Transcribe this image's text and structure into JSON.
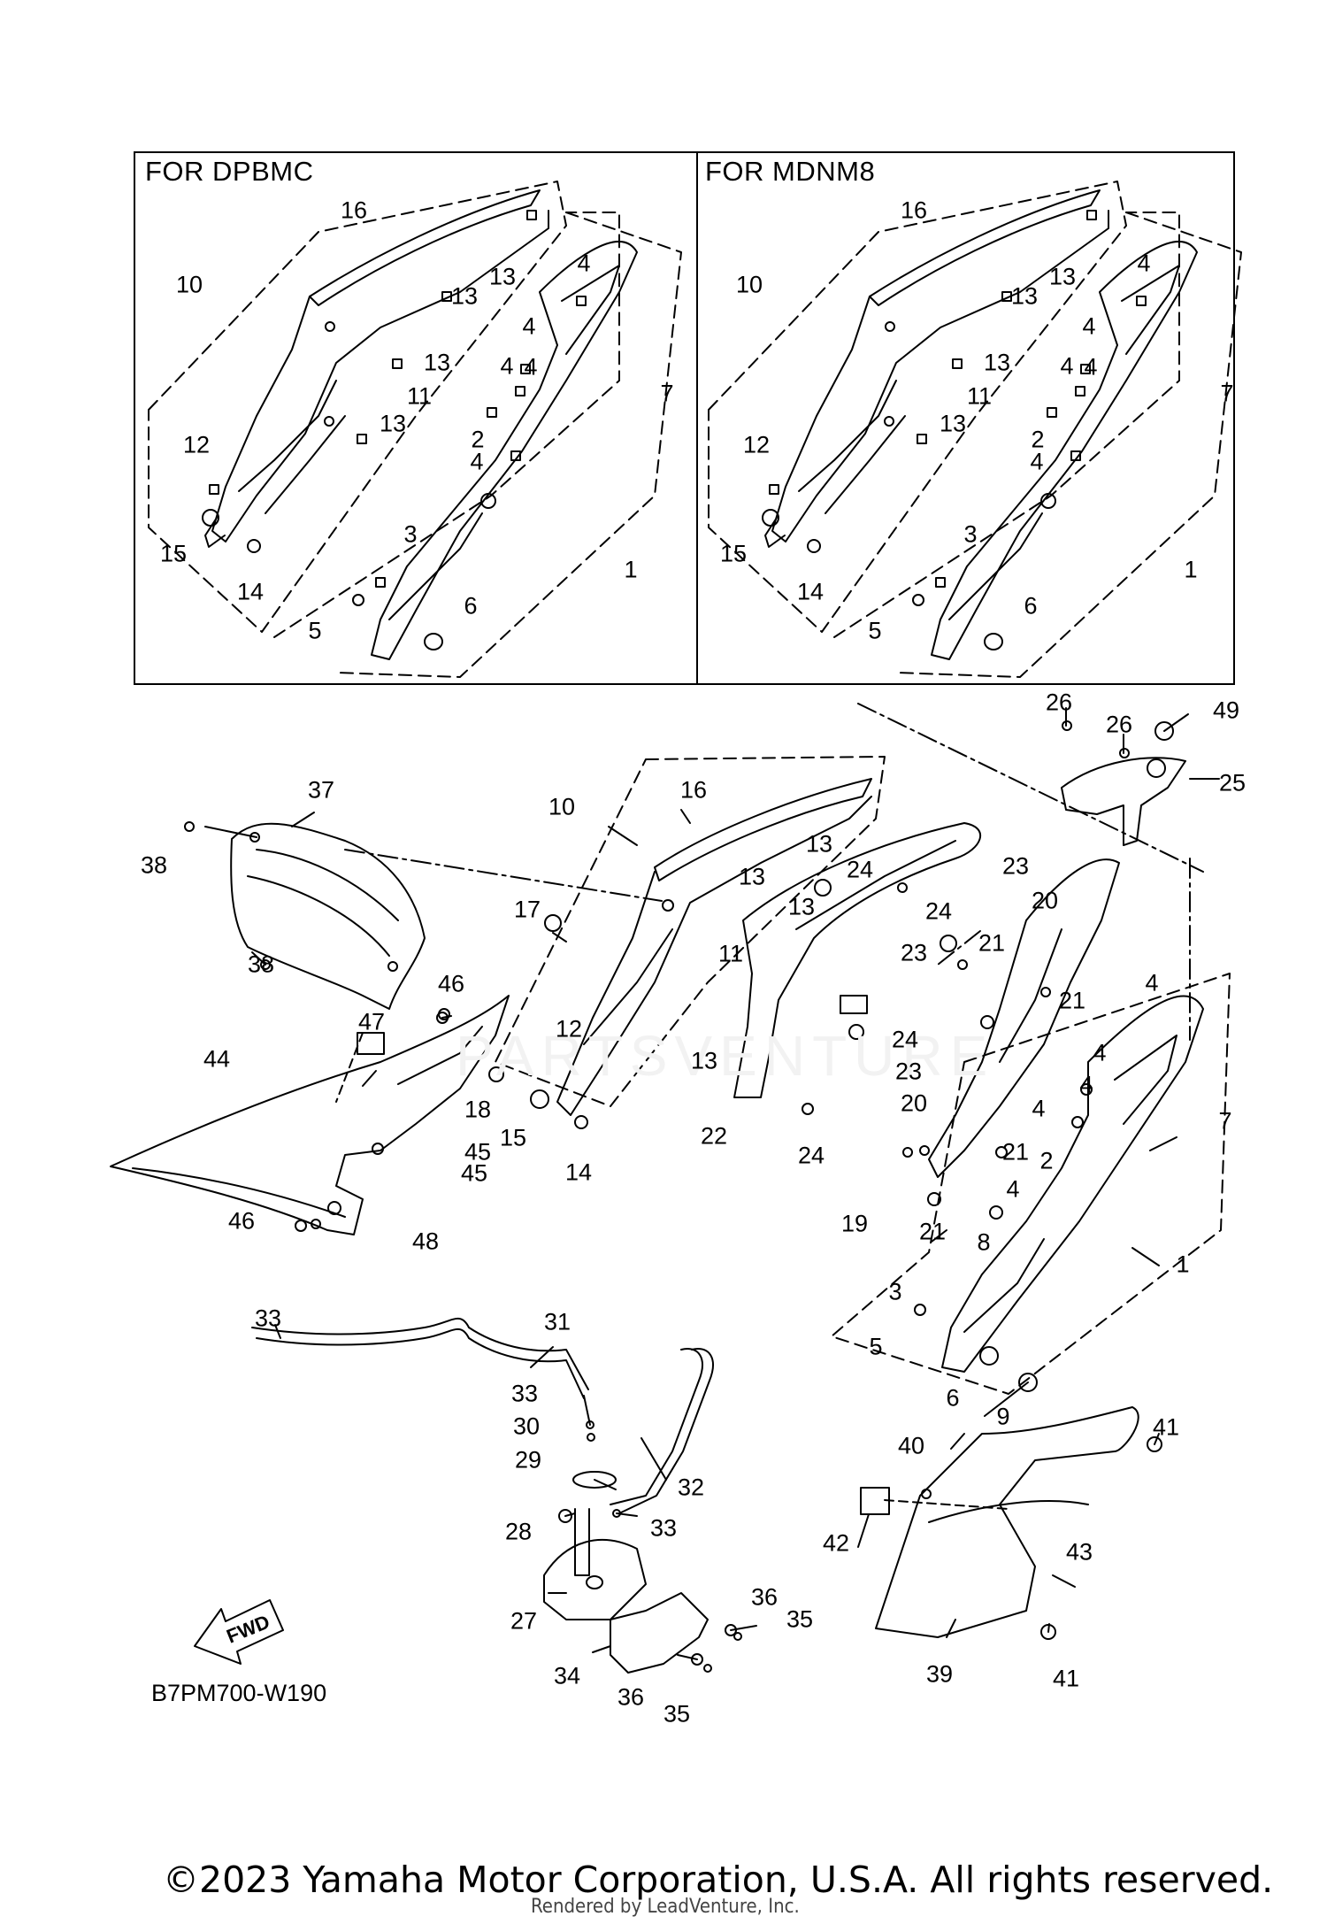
{
  "panel_left": {
    "label": "FOR DPBMC"
  },
  "panel_right": {
    "label": "FOR MDNM8"
  },
  "diagram_code": "B7PM700-W190",
  "fwd_label": "FWD",
  "copyright": "©2023 Yamaha Motor Corporation, U.S.A. All rights reserved.",
  "renderer": "Rendered by LeadVenture, Inc.",
  "callouts_left_panel": [
    "16",
    "10",
    "13",
    "13",
    "4",
    "13",
    "4",
    "4",
    "11",
    "7",
    "13",
    "4",
    "2",
    "12",
    "4",
    "3",
    "15",
    "14",
    "1",
    "5",
    "6"
  ],
  "callouts_right_panel": [
    "16",
    "10",
    "13",
    "13",
    "4",
    "13",
    "4",
    "4",
    "11",
    "7",
    "13",
    "4",
    "2",
    "12",
    "4",
    "3",
    "15",
    "14",
    "1",
    "5",
    "6"
  ],
  "callouts_main": [
    "26",
    "26",
    "49",
    "25",
    "37",
    "16",
    "10",
    "38",
    "13",
    "23",
    "24",
    "13",
    "20",
    "17",
    "24",
    "38",
    "13",
    "23",
    "21",
    "4",
    "11",
    "21",
    "46",
    "24",
    "47",
    "12",
    "13",
    "4",
    "44",
    "23",
    "4",
    "20",
    "18",
    "15",
    "22",
    "4",
    "45",
    "24",
    "21",
    "2",
    "7",
    "45",
    "14",
    "4",
    "19",
    "21",
    "8",
    "1",
    "46",
    "48",
    "3",
    "5",
    "6",
    "9",
    "33",
    "31",
    "41",
    "40",
    "33",
    "30",
    "29",
    "32",
    "42",
    "28",
    "33",
    "43",
    "36",
    "35",
    "27",
    "39",
    "41",
    "34",
    "36",
    "35"
  ],
  "colors": {
    "line": "#000000",
    "background": "#ffffff"
  }
}
